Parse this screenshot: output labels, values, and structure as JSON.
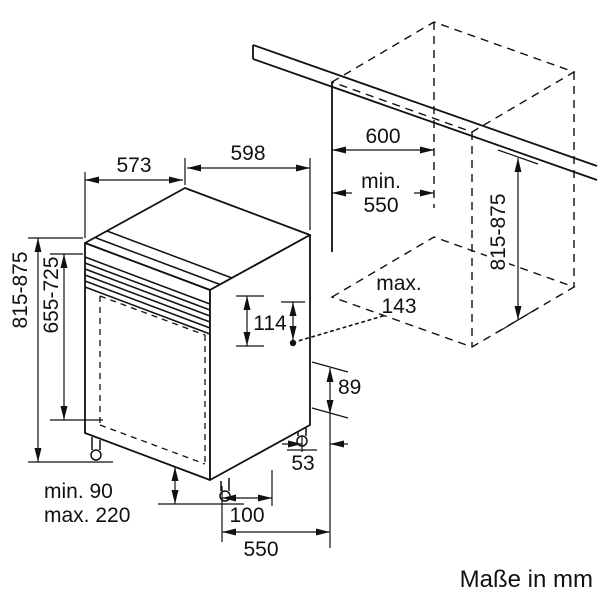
{
  "colors": {
    "ink": "#111111",
    "background": "#ffffff"
  },
  "caption": "Maße in mm",
  "dims": {
    "appliance_depth": "573",
    "appliance_width": "598",
    "worktop_depth": "600",
    "niche_min_word": "min.",
    "niche_min_value": "550",
    "appliance_height": "815-875",
    "panel_height": "655-725",
    "control_height": "114",
    "offset_max_word": "max.",
    "offset_max_value": "143",
    "rear_clearance": "89",
    "plinth_min": "min. 90",
    "plinth_max": "max. 220",
    "rear_foot_inset": "53",
    "front_foot_inset": "100",
    "base_depth": "550",
    "niche_height": "815-875"
  }
}
